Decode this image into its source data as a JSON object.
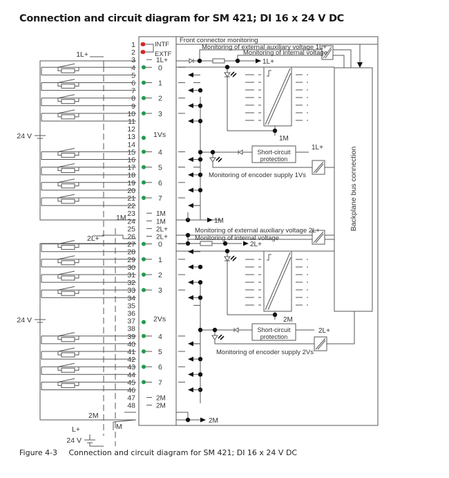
{
  "page": {
    "title": "Connection and circuit diagram for SM 421; DI 16 x 24 V DC",
    "caption_number": "Figure 4-3",
    "caption_text": "Connection and circuit diagram for SM 421; DI 16 x 24 V DC"
  },
  "colors": {
    "line": "#555555",
    "led_fault": "#d0282e",
    "led_status": "#1f9a4a",
    "dot": "#111111"
  },
  "terminals": [
    "1",
    "2",
    "3",
    "4",
    "5",
    "6",
    "7",
    "8",
    "9",
    "10",
    "11",
    "12",
    "13",
    "14",
    "15",
    "16",
    "17",
    "18",
    "19",
    "20",
    "21",
    "22",
    "23",
    "24",
    "25",
    "26",
    "27",
    "28",
    "29",
    "30",
    "31",
    "32",
    "33",
    "34",
    "35",
    "36",
    "37",
    "38",
    "39",
    "40",
    "41",
    "42",
    "43",
    "44",
    "45",
    "46",
    "47",
    "48"
  ],
  "front_labels": {
    "intf": "INTF",
    "extf": "EXTF",
    "t3": "1L+",
    "t13": "1Vs",
    "t23": "1M",
    "t24": "1M",
    "t25": "2L+",
    "t26": "2L+",
    "t37": "2Vs",
    "t47": "2M",
    "t48": "2M"
  },
  "channels_group1": [
    {
      "terminal": "4",
      "channel": "0"
    },
    {
      "terminal": "6",
      "channel": "1"
    },
    {
      "terminal": "8",
      "channel": "2"
    },
    {
      "terminal": "10",
      "channel": "3"
    },
    {
      "terminal": "15",
      "channel": "4"
    },
    {
      "terminal": "17",
      "channel": "5"
    },
    {
      "terminal": "19",
      "channel": "6"
    },
    {
      "terminal": "21",
      "channel": "7"
    }
  ],
  "channels_group2": [
    {
      "terminal": "27",
      "channel": "0"
    },
    {
      "terminal": "29",
      "channel": "1"
    },
    {
      "terminal": "31",
      "channel": "2"
    },
    {
      "terminal": "33",
      "channel": "3"
    },
    {
      "terminal": "39",
      "channel": "4"
    },
    {
      "terminal": "41",
      "channel": "5"
    },
    {
      "terminal": "43",
      "channel": "6"
    },
    {
      "terminal": "45",
      "channel": "7"
    }
  ],
  "external": {
    "supply1_voltage": "24 V",
    "supply2_voltage": "24 V",
    "supply3_voltage": "24 V",
    "label_1l": "1L+",
    "label_1m": "1M",
    "label_2l": "2L+",
    "label_2m": "2M",
    "label_lplus": "L+",
    "label_m": "M"
  },
  "internal": {
    "front_connector_monitoring": "Front connector monitoring",
    "mon_ext_aux_1": "Monitoring of external auxiliary voltage 1L+",
    "mon_int_voltage_1": "Monitoring of internal voltage",
    "out_1l": "1L+",
    "out_1m_a": "1M",
    "out_1m_b": "1M",
    "scp_line1": "Short-circuit",
    "scp_line2": "protection",
    "scp1_supply": "1L+",
    "mon_encoder_1": "Monitoring of encoder supply 1Vs",
    "mon_ext_aux_2": "Monitoring of external auxiliary voltage 2L+",
    "mon_int_voltage_2": "Monitoring of internal voltage",
    "out_2l": "2L+",
    "out_2m_a": "2M",
    "scp2_supply": "2L+",
    "mon_encoder_2": "Monitoring of encoder supply 2Vs",
    "out_2m_b": "2M",
    "backplane": "Backplane bus connection"
  }
}
